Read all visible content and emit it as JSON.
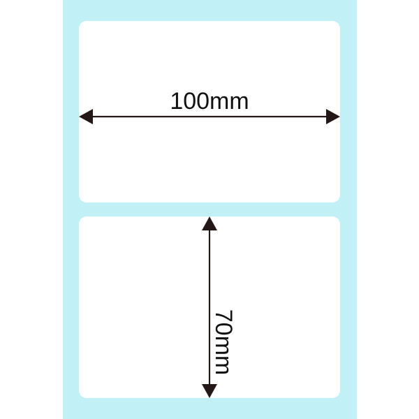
{
  "diagram": {
    "colors": {
      "liner": "#c1f0f7",
      "label": "#ffffff",
      "arrow": "#231815",
      "text": "#111111"
    },
    "labels": [
      {
        "name": "top-label"
      },
      {
        "name": "bottom-label"
      }
    ],
    "dimensions": {
      "width_text": "100mm",
      "height_text": "70mm"
    }
  }
}
